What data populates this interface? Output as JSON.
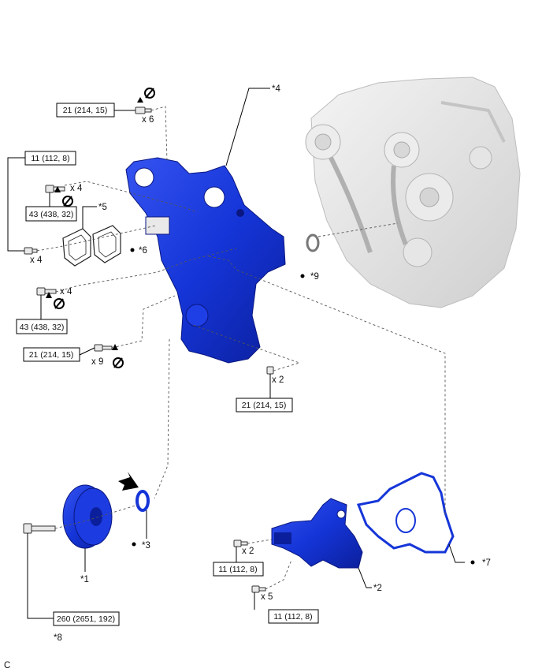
{
  "torque_labels": [
    "21 (214, 15)",
    "11 (112, 8)",
    "43 (438, 32)",
    "43 (438, 32)",
    "21 (214, 15)",
    "21 (214, 15)",
    "11 (112, 8)",
    "11 (112, 8)",
    "260 (2651, 192)"
  ],
  "quantity_labels": [
    "x 6",
    "x 4",
    "x 4",
    "x 4",
    "x 9",
    "x 2",
    "x 2",
    "x 5"
  ],
  "part_labels": [
    "*4",
    "*5",
    "*6",
    "*9",
    "*3",
    "*1",
    "*2",
    "*7",
    "*8"
  ],
  "corner_mark": "C",
  "colors": {
    "part_blue": "#1535d8",
    "part_blue_dark": "#0b1f9c",
    "engine_grey": "#d9d9d9",
    "line": "#000000"
  }
}
